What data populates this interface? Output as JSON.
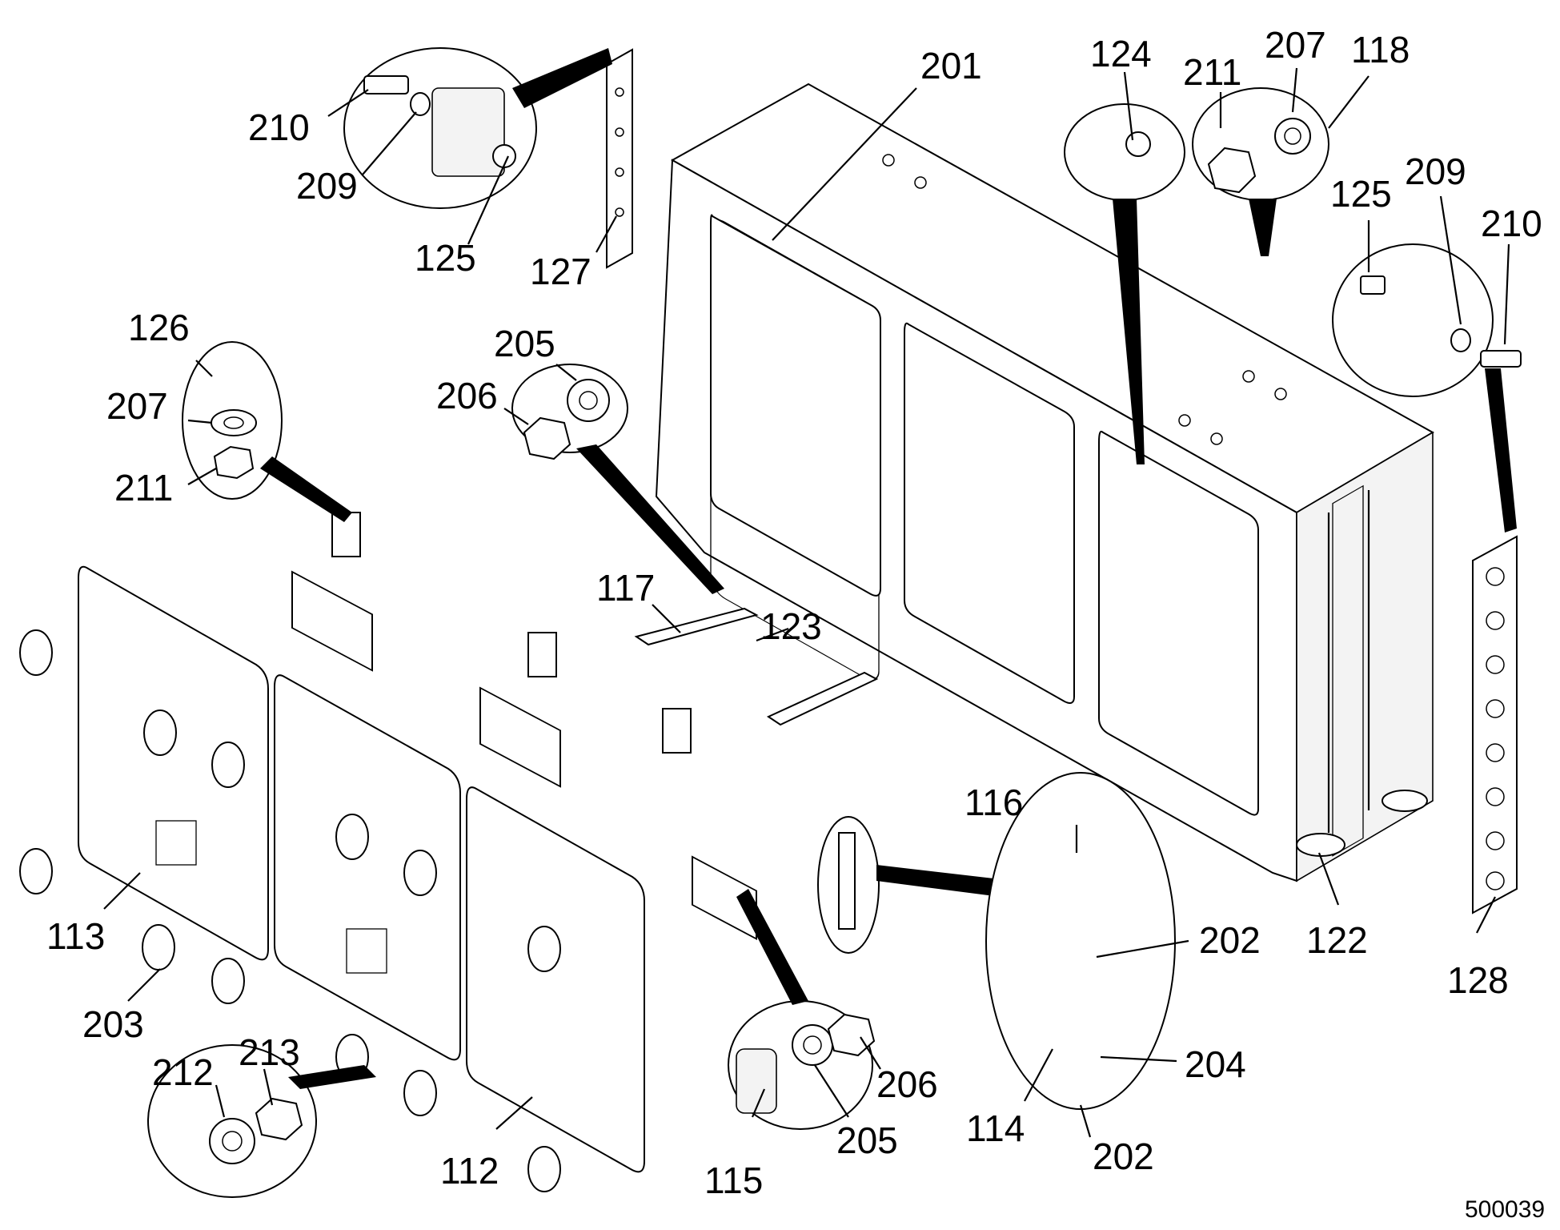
{
  "figure_id": "500039",
  "callouts": [
    {
      "id": "201",
      "text": "201"
    },
    {
      "id": "124",
      "text": "124"
    },
    {
      "id": "211a",
      "text": "211"
    },
    {
      "id": "207a",
      "text": "207"
    },
    {
      "id": "118",
      "text": "118"
    },
    {
      "id": "210a",
      "text": "210"
    },
    {
      "id": "209a",
      "text": "209"
    },
    {
      "id": "125a",
      "text": "125"
    },
    {
      "id": "127",
      "text": "127"
    },
    {
      "id": "125b",
      "text": "125"
    },
    {
      "id": "209b",
      "text": "209"
    },
    {
      "id": "210b",
      "text": "210"
    },
    {
      "id": "126",
      "text": "126"
    },
    {
      "id": "207b",
      "text": "207"
    },
    {
      "id": "211b",
      "text": "211"
    },
    {
      "id": "205a",
      "text": "205"
    },
    {
      "id": "206a",
      "text": "206"
    },
    {
      "id": "117",
      "text": "117"
    },
    {
      "id": "123",
      "text": "123"
    },
    {
      "id": "116",
      "text": "116"
    },
    {
      "id": "202a",
      "text": "202"
    },
    {
      "id": "204",
      "text": "204"
    },
    {
      "id": "114",
      "text": "114"
    },
    {
      "id": "202b",
      "text": "202"
    },
    {
      "id": "122",
      "text": "122"
    },
    {
      "id": "128",
      "text": "128"
    },
    {
      "id": "113",
      "text": "113"
    },
    {
      "id": "203",
      "text": "203"
    },
    {
      "id": "212",
      "text": "212"
    },
    {
      "id": "213",
      "text": "213"
    },
    {
      "id": "112",
      "text": "112"
    },
    {
      "id": "115",
      "text": "115"
    },
    {
      "id": "205b",
      "text": "205"
    },
    {
      "id": "206b",
      "text": "206"
    }
  ]
}
